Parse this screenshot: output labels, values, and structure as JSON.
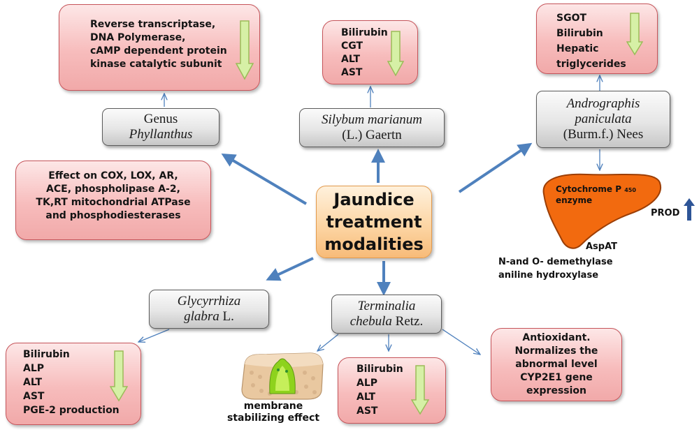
{
  "center": {
    "line1": "Jaundice",
    "line2": "treatment",
    "line3": "modalities"
  },
  "plants": {
    "phyllanthus": {
      "line1": "Genus",
      "line2": "Phyllanthus"
    },
    "silybum": {
      "line1": "Silybum marianum",
      "line2": "(L.) Gaertn"
    },
    "andrographis": {
      "line1": "Andrographis",
      "line2": "paniculata",
      "line3": "(Burm.f.) Nees"
    },
    "glycyrrhiza": {
      "line1": "Glycyrrhiza",
      "line2a": "glabra",
      "line2b": "L."
    },
    "terminalia": {
      "line1": "Terminalia",
      "line2a": "chebula",
      "line2b": "Retz."
    }
  },
  "effects": {
    "phyllanthus_enzymes": [
      "Reverse transcriptase,",
      "DNA Polymerase,",
      "cAMP dependent protein",
      "kinase catalytic subunit"
    ],
    "phyllanthus_effects": [
      "Effect on COX, LOX, AR,",
      "ACE, phospholipase A-2,",
      "TK,RT mitochondrial ATPase",
      "and phosphodiesterases"
    ],
    "silybum_markers": [
      "Bilirubin",
      "CGT",
      "ALT",
      "AST"
    ],
    "andrographis_markers": [
      "SGOT",
      "Bilirubin",
      "Hepatic",
      "triglycerides"
    ],
    "glycyrrhiza_markers": [
      "Bilirubin",
      "ALP",
      "ALT",
      "AST",
      "PGE-2 production"
    ],
    "terminalia_markers": [
      "Bilirubin",
      "ALP",
      "ALT",
      "AST"
    ],
    "terminalia_antioxidant": [
      "Antioxidant.",
      "Normalizes the",
      "abnormal level",
      "CYP2E1 gene",
      "expression"
    ]
  },
  "liver": {
    "cytochrome_line1": "Cytochrome P",
    "cytochrome_sub": "450",
    "cytochrome_line2": "enzyme",
    "prod": "PROD",
    "aspat": "AspAT",
    "demethylase": "N-and O- demethylase",
    "hydroxylase": "aniline hydroxylase"
  },
  "membrane": {
    "line1": "membrane",
    "line2": "stabilizing effect"
  },
  "colors": {
    "arrow_blue": "#4f81bd",
    "pink_fill": "#f7bcbc",
    "gray_fill": "#e6e6e6",
    "center_fill": "#fcd3a0",
    "liver_orange": "#f26a0f",
    "down_arrow_green": "#d6f0a6"
  },
  "icons": {
    "decrease": "down-arrow-icon",
    "increase": "up-arrow-icon",
    "organ": "liver-icon",
    "membrane": "membrane-icon"
  }
}
